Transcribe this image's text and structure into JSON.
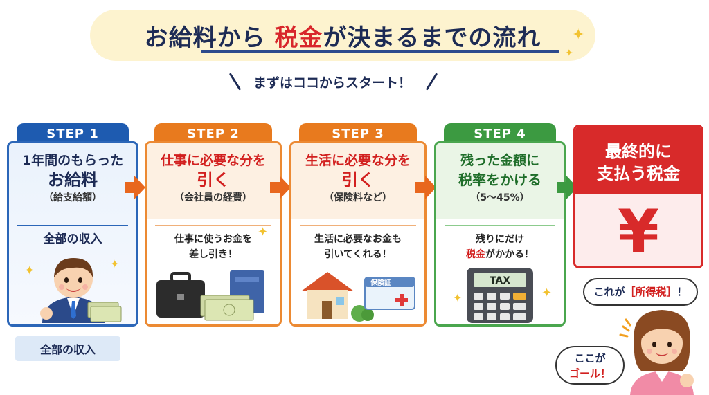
{
  "title": {
    "part1": "お給料から ",
    "accent": "税金",
    "part2": "が決まるまでの流れ"
  },
  "subtitle": "まずはココからスタート！",
  "steps": [
    {
      "tab": "STEP 1",
      "line1": "1年間のもらった",
      "line2": "お給料",
      "note": "（給支給額）",
      "body": "全部の収入",
      "color": "#1e5bb0"
    },
    {
      "tab": "STEP 2",
      "line1": "仕事に必要な分を",
      "line2": "引く",
      "note": "（会社員の経費）",
      "body1": "仕事に使うお金を",
      "body2": "差し引き！",
      "color": "#e87a1e"
    },
    {
      "tab": "STEP 3",
      "line1": "生活に必要な分を",
      "line2": "引く",
      "note": "（保険料など）",
      "body1": "生活に必要なお金も",
      "body2": "引いてくれる！",
      "card_label": "保険証",
      "color": "#e87a1e"
    },
    {
      "tab": "STEP 4",
      "line1": "残った金額に",
      "line2": "税率をかける",
      "note": "（5〜45%）",
      "body1": "残りにだけ",
      "body2_red": "税金",
      "body2_rest": "がかかる！",
      "calc_label": "TAX",
      "color": "#3c9a41"
    }
  ],
  "final": {
    "line1": "最終的に",
    "line2": "支払う税金",
    "symbol": "¥",
    "color": "#d82a2a"
  },
  "bottom_badge": "全部の収入",
  "bubbles": {
    "b1_pre": "これが",
    "b1_red": "［所得税］",
    "b1_post": "！",
    "b2_line1": "ここが",
    "b2_red": "ゴール！"
  }
}
